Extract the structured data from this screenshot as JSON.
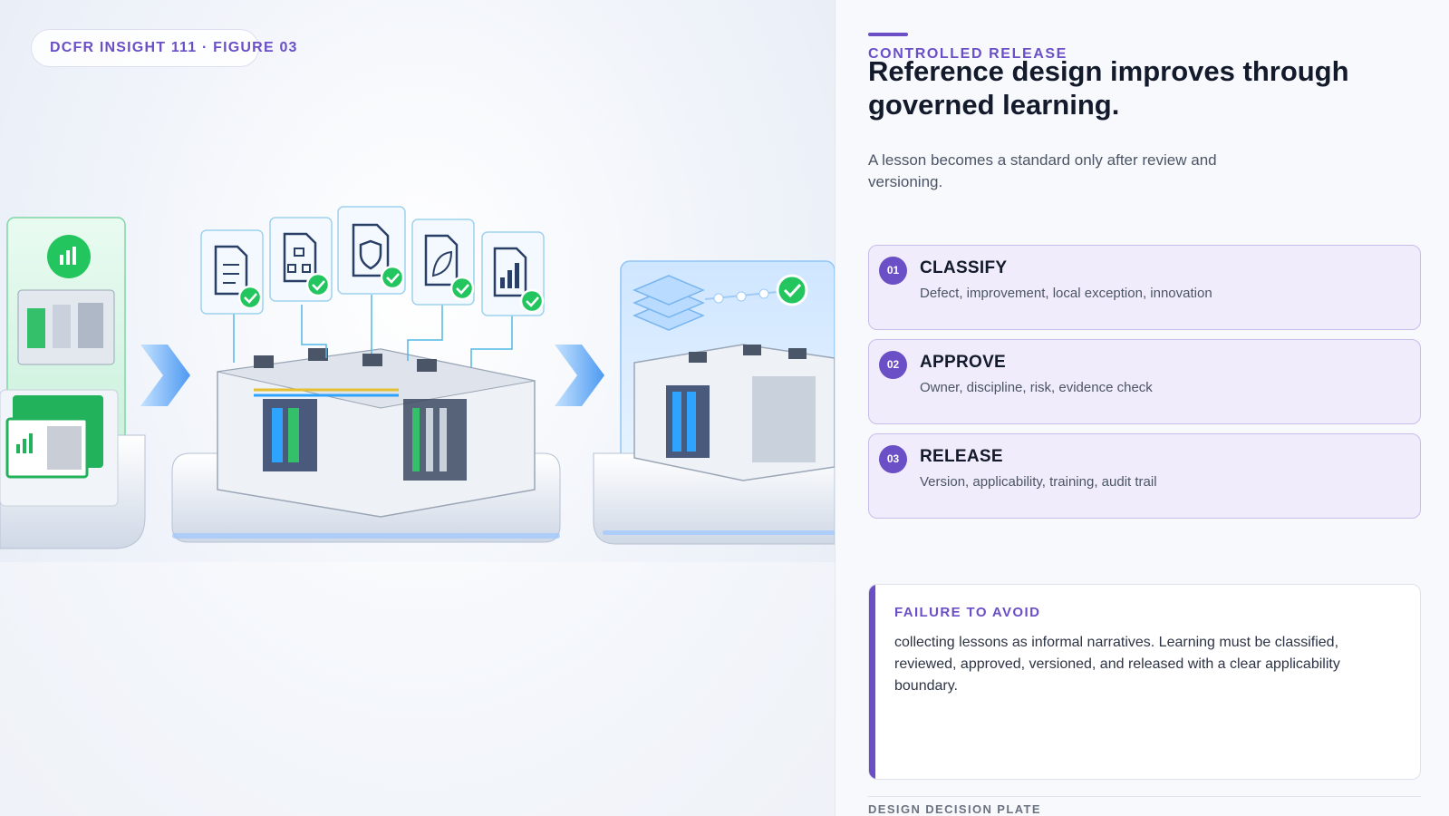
{
  "badge": {
    "text": "DCFR INSIGHT 111 · FIGURE 03"
  },
  "panel": {
    "eyebrow": "CONTROLLED RELEASE",
    "title": "Reference design improves through governed learning.",
    "lede": "A lesson becomes a standard only after review and versioning.",
    "steps": [
      {
        "num": "01",
        "label": "CLASSIFY",
        "desc": "Defect, improvement, local exception, innovation"
      },
      {
        "num": "02",
        "label": "APPROVE",
        "desc": "Owner, discipline, risk, evidence check"
      },
      {
        "num": "03",
        "label": "RELEASE",
        "desc": "Version, applicability, training, audit trail"
      }
    ],
    "failure": {
      "heading": "FAILURE TO AVOID",
      "body": "collecting lessons as informal narratives. Learning must be classified, reviewed, approved, versioned, and released with a clear applicability boundary."
    },
    "footer": "DESIGN DECISION PLATE"
  },
  "colors": {
    "accent": "#6a4fc6",
    "check_green": "#22c55e",
    "step_bg": "#f0ecfb",
    "step_border": "#c8bdea"
  },
  "icons": [
    "chart-icon",
    "document-list-icon",
    "hierarchy-icon",
    "shield-icon",
    "leaf-icon",
    "bar-chart-icon",
    "check-icon",
    "layers-icon",
    "chevron-right-icon"
  ]
}
